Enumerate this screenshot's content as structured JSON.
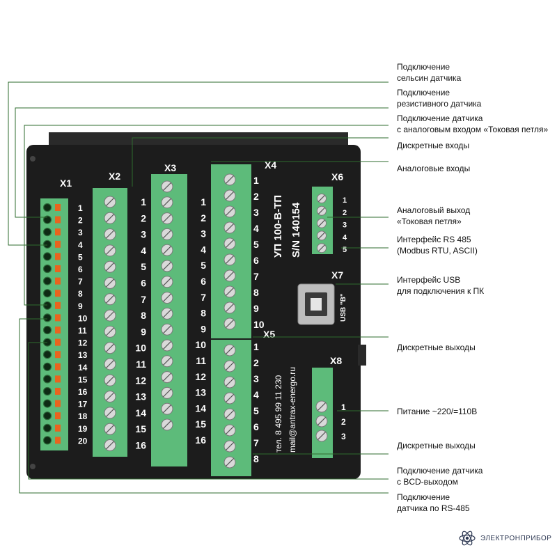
{
  "device": {
    "model": "УП 100-В-ТП",
    "serial": "S/N 140154",
    "phone": "тел. 8 495 99 11 230",
    "email": "mail@antrax-energo.ru",
    "usb_label": "USB \"B\""
  },
  "connectors": {
    "x1": {
      "label": "X1",
      "pins": [
        "1",
        "2",
        "3",
        "4",
        "5",
        "6",
        "7",
        "8",
        "9",
        "10",
        "11",
        "12",
        "13",
        "14",
        "15",
        "16",
        "17",
        "18",
        "19",
        "20"
      ]
    },
    "x2": {
      "label": "X2",
      "pins": [
        "1",
        "2",
        "3",
        "4",
        "5",
        "6",
        "7",
        "8",
        "9",
        "10",
        "11",
        "12",
        "13",
        "14",
        "15",
        "16"
      ]
    },
    "x3": {
      "label": "X3",
      "pins": [
        "1",
        "2",
        "3",
        "4",
        "5",
        "6",
        "7",
        "8",
        "9",
        "10",
        "11",
        "12",
        "13",
        "14",
        "15",
        "16"
      ]
    },
    "x4": {
      "label": "X4",
      "pins": [
        "1",
        "2",
        "3",
        "4",
        "5",
        "6",
        "7",
        "8",
        "9",
        "10"
      ]
    },
    "x5": {
      "label": "X5",
      "pins": [
        "1",
        "2",
        "3",
        "4",
        "5",
        "6",
        "7",
        "8"
      ]
    },
    "x6": {
      "label": "X6",
      "pins": [
        "1",
        "2",
        "3",
        "4",
        "5"
      ]
    },
    "x7": {
      "label": "X7"
    },
    "x8": {
      "label": "X8",
      "pins": [
        "1",
        "2",
        "3"
      ]
    }
  },
  "callouts": [
    "Подключение\nсельсин датчика",
    "Подключение\nрезистивного датчика",
    "Подключение датчика\nс аналоговым входом «Токовая петля»",
    "Дискретные входы",
    "Аналоговые входы",
    "Аналоговый выход\n«Токовая петля»",
    "Интерфейс RS 485\n(Modbus RTU, ASCII)",
    "Интерфейс USB\nдля подключения к ПК",
    "Дискретные выходы",
    "Питание ~220/=110В",
    "Дискретные выходы",
    "Подключение датчика\nс BCD-выходом",
    "Подключение\nдатчика по RS-485"
  ],
  "logo": {
    "text": "ЭЛЕКТРОНПРИБОР"
  },
  "colors": {
    "housing": "#1c1c1c",
    "terminal_green": "#5dbb7a",
    "pin_orange": "#e8641e",
    "leader": "#2e6b2e"
  }
}
